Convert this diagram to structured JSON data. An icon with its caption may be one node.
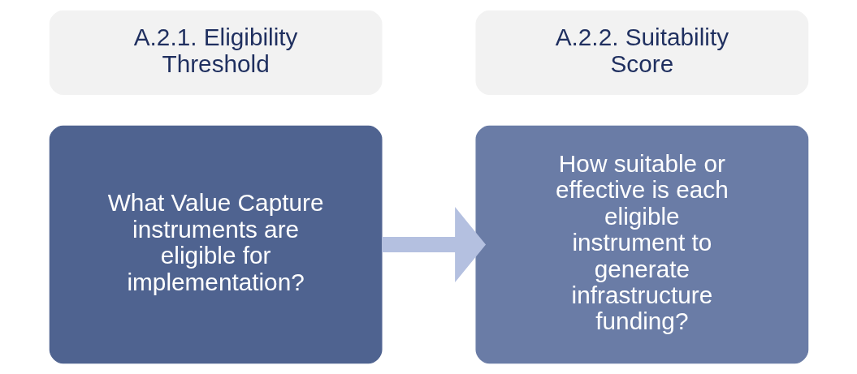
{
  "diagram": {
    "nodes": [
      {
        "text": [
          "A.2.1. Eligibility Threshold"
        ]
      },
      {
        "text": [
          "A.2.2. Suitability Score"
        ]
      },
      {
        "text": [
          "What Value Capture instruments are eligible for implementation?"
        ]
      },
      {
        "text": [
          "How suitable or effective is each eligible instrument to generate infrastructure funding?"
        ]
      }
    ],
    "edges": [
      {
        "from": 2,
        "to": 3,
        "arrow": "to"
      }
    ]
  }
}
